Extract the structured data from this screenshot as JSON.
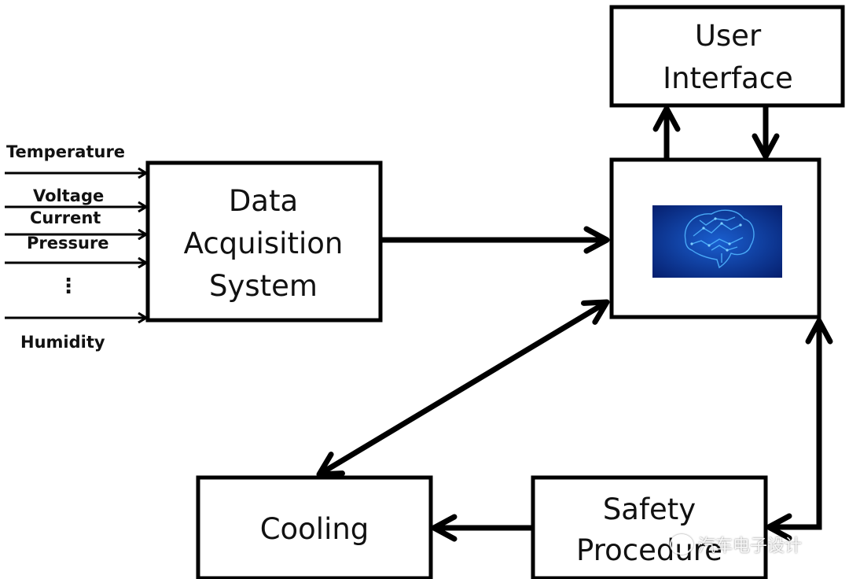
{
  "diagram": {
    "blocks": {
      "daq": {
        "lines": [
          "Data",
          "Acquisition",
          "System"
        ]
      },
      "ui": {
        "lines": [
          "User",
          "Interface"
        ]
      },
      "ai": {
        "image": "circuit-brain-image",
        "image_colors": [
          "#0a2e8c",
          "#1e6fe0",
          "#4fb4ff"
        ]
      },
      "cooling": {
        "lines": [
          "Cooling"
        ]
      },
      "safety": {
        "lines": [
          "Safety",
          "Procedure"
        ]
      }
    },
    "inputs": [
      {
        "label": "Temperature"
      },
      {
        "label": "Voltage"
      },
      {
        "label": "Current"
      },
      {
        "label": "Pressure"
      },
      {
        "label": "⋮"
      },
      {
        "label": "Humidity"
      }
    ],
    "connections": [
      {
        "from": "inputs",
        "to": "daq",
        "type": "arrow"
      },
      {
        "from": "daq",
        "to": "ai",
        "type": "arrow"
      },
      {
        "from": "ai",
        "to": "ui",
        "type": "arrow"
      },
      {
        "from": "ui",
        "to": "ai",
        "type": "arrow"
      },
      {
        "from": "ai",
        "to": "cooling",
        "type": "bidirectional"
      },
      {
        "from": "ai",
        "to": "safety",
        "type": "bidirectional"
      },
      {
        "from": "safety",
        "to": "cooling",
        "type": "arrow"
      }
    ]
  },
  "watermark": {
    "text": "汽车电子设计"
  }
}
